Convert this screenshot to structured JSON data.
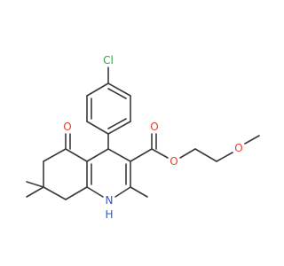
{
  "molecule": {
    "atoms": {
      "chlorine": "Cl",
      "ketone_oxygen": "O",
      "carbonyl_oxygen": "O",
      "ester_oxygen": "O",
      "ether_oxygen": "O",
      "ring_nitrogen": "N",
      "ring_hydrogen": "H"
    },
    "colors": {
      "bond": "#3a3a3a",
      "oxygen": "#e8402a",
      "nitrogen": "#2f57c8",
      "chlorine": "#2fa83a",
      "background": "#ffffff"
    }
  }
}
